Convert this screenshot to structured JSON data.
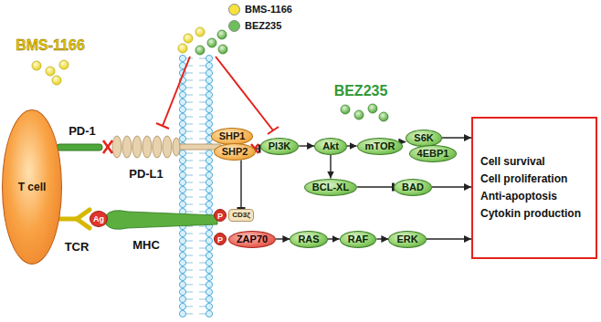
{
  "diagram": {
    "nodes": [
      {
        "text": [
          "T cell"
        ]
      },
      {
        "text": [
          "Ag"
        ]
      },
      {
        "text": [
          "SHP1"
        ]
      },
      {
        "text": [
          "SHP2"
        ]
      },
      {
        "text": [
          "P"
        ]
      },
      {
        "text": [
          "CD3ζ"
        ]
      },
      {
        "text": [
          "P"
        ]
      },
      {
        "text": [
          "ZAP70"
        ]
      },
      {
        "text": [
          "PI3K"
        ]
      },
      {
        "text": [
          "Akt"
        ]
      },
      {
        "text": [
          "mTOR"
        ]
      },
      {
        "text": [
          "S6K"
        ]
      },
      {
        "text": [
          "4EBP1"
        ]
      },
      {
        "text": [
          "BCL-XL"
        ]
      },
      {
        "text": [
          "BAD"
        ]
      },
      {
        "text": [
          "RAS"
        ]
      },
      {
        "text": [
          "RAF"
        ]
      },
      {
        "text": [
          "ERK"
        ]
      },
      {
        "text": [
          "Cell survival",
          "Cell proliferation",
          "Anti-apoptosis",
          "Cytokin production"
        ]
      }
    ],
    "edges": [
      {
        "from": 3,
        "to": 8,
        "arrow": "to"
      },
      {
        "from": 3,
        "to": 5,
        "arrow": "to"
      },
      {
        "from": 8,
        "to": 9,
        "arrow": "to"
      },
      {
        "from": 9,
        "to": 10,
        "arrow": "to"
      },
      {
        "from": 10,
        "to": 11,
        "arrow": "to"
      },
      {
        "from": 11,
        "to": 18,
        "arrow": "to"
      },
      {
        "from": 9,
        "to": 13,
        "arrow": "to"
      },
      {
        "from": 13,
        "to": 14,
        "arrow": "to"
      },
      {
        "from": 14,
        "to": 18,
        "arrow": "to"
      },
      {
        "from": 7,
        "to": 15,
        "arrow": "to"
      },
      {
        "from": 15,
        "to": 16,
        "arrow": "to"
      },
      {
        "from": 16,
        "to": 17,
        "arrow": "to"
      },
      {
        "from": 17,
        "to": 18,
        "arrow": "to"
      }
    ],
    "labels": [
      "BMS-1166",
      "BEZ235",
      "PD-1",
      "PD-L1",
      "TCR",
      "MHC"
    ],
    "legend": [
      {
        "text": "BMS-1166",
        "color": "#f5e23c"
      },
      {
        "text": "BEZ235",
        "color": "#6cbf5a"
      }
    ]
  }
}
